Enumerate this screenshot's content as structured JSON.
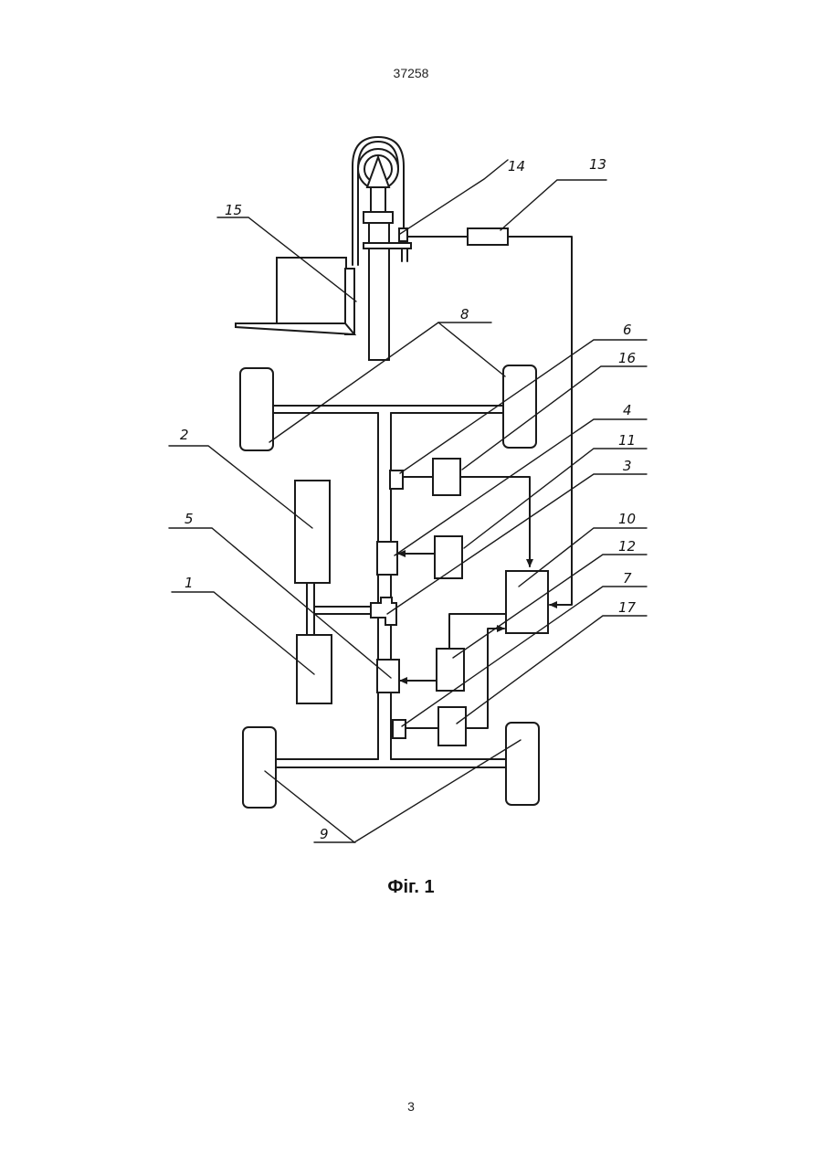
{
  "header": {
    "doc_number": "37258"
  },
  "figure": {
    "caption": "Фіг. 1",
    "labels": {
      "l1": "1",
      "l2": "2",
      "l3": "3",
      "l4": "4",
      "l5": "5",
      "l6": "6",
      "l7": "7",
      "l8": "8",
      "l9": "9",
      "l10": "10",
      "l11": "11",
      "l12": "12",
      "l13": "13",
      "l14": "14",
      "l15": "15",
      "l16": "16",
      "l17": "17"
    }
  },
  "footer": {
    "page_number": "3"
  }
}
